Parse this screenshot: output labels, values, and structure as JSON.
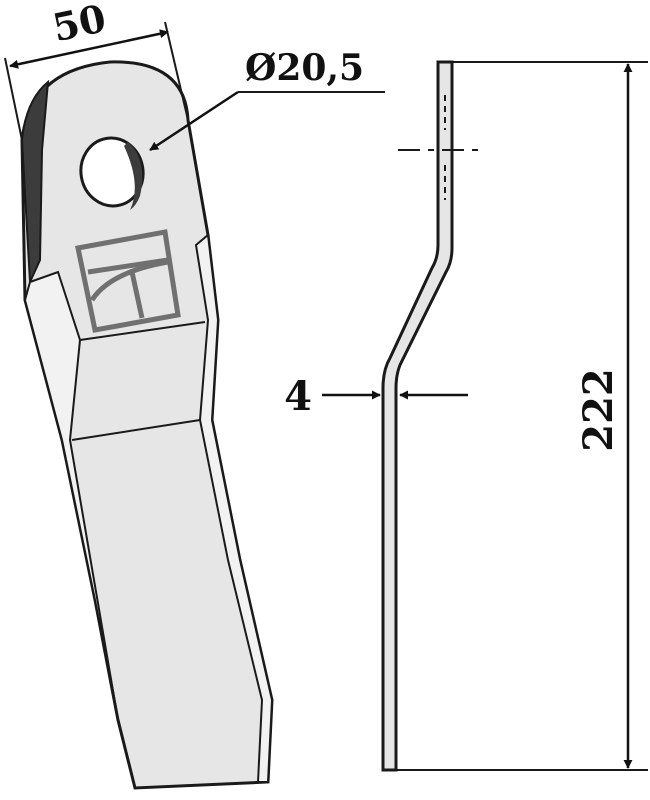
{
  "dimensions": {
    "width_label": "50",
    "hole_diameter_label": "Ø20,5",
    "thickness_label": "4",
    "length_label": "222"
  },
  "colors": {
    "stroke": "#1a1a1a",
    "blade_fill": "#e6e6e6",
    "blade_light": "#f2f2f2",
    "edge_dark": "#3c3c3c",
    "logo_stroke": "#707070",
    "background": "#ffffff"
  }
}
